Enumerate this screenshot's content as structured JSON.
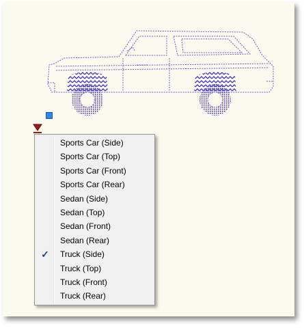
{
  "menu": {
    "items": [
      {
        "label": "Sports Car (Side)",
        "checked": false
      },
      {
        "label": "Sports Car (Top)",
        "checked": false
      },
      {
        "label": "Sports Car (Front)",
        "checked": false
      },
      {
        "label": "Sports Car (Rear)",
        "checked": false
      },
      {
        "label": "Sedan (Side)",
        "checked": false
      },
      {
        "label": "Sedan (Top)",
        "checked": false
      },
      {
        "label": "Sedan (Front)",
        "checked": false
      },
      {
        "label": "Sedan (Rear)",
        "checked": false
      },
      {
        "label": "Truck (Side)",
        "checked": true
      },
      {
        "label": "Truck (Top)",
        "checked": false
      },
      {
        "label": "Truck (Front)",
        "checked": false
      },
      {
        "label": "Truck (Rear)",
        "checked": false
      }
    ],
    "check_glyph": "✓"
  },
  "colors": {
    "drawing_lines": "#6a5acd",
    "wheel_hatch": "#3a2fc0",
    "grip": "#2f86e8",
    "dropdown_arrow": "#a01818"
  },
  "icons": [
    "truck-drawing",
    "grip-square-icon",
    "dropdown-arrow-icon",
    "check-icon"
  ]
}
